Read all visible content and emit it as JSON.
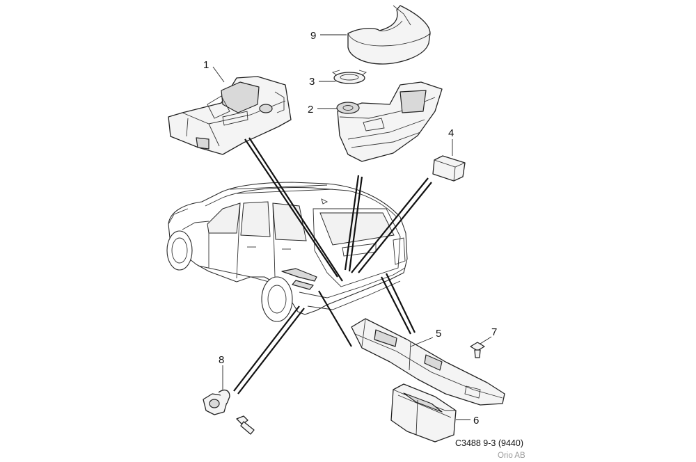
{
  "diagram": {
    "reference_code": "C3488 9-3 (9440)",
    "organization": "Orio AB",
    "callouts": [
      "1",
      "2",
      "3",
      "4",
      "5",
      "6",
      "7",
      "8",
      "9"
    ]
  }
}
